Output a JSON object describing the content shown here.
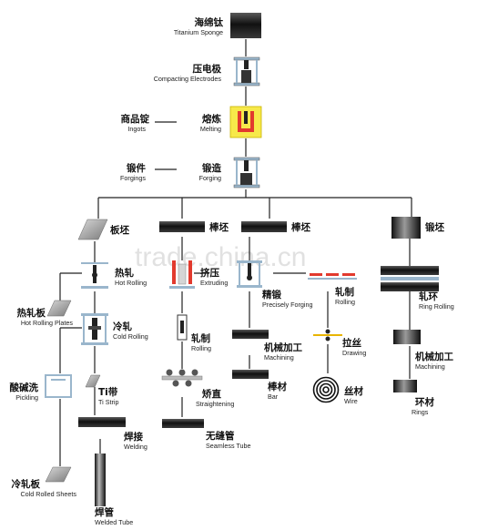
{
  "colors": {
    "ink": "#1a1a1a",
    "accent_yellow": "#f7e94a",
    "accent_red": "#e23a2e",
    "tube_grey": "#8c8c8c",
    "frame_blue": "#9ab6cc"
  },
  "watermark": "trade.china.cn",
  "nodes": {
    "titanium_sponge": {
      "cn": "海绵钛",
      "en": "Titanium Sponge",
      "icon": "cylinder-bar-icon"
    },
    "compacting": {
      "cn": "压电极",
      "en": "Compacting Electrodes",
      "icon": "press-frame-icon"
    },
    "melting": {
      "cn": "熔炼",
      "en": "Melting",
      "icon": "furnace-icon"
    },
    "ingots": {
      "cn": "商品锭",
      "en": "Ingots"
    },
    "forging": {
      "cn": "锻造",
      "en": "Forging",
      "icon": "press-frame-icon"
    },
    "forgings": {
      "cn": "锻件",
      "en": "Forgings"
    },
    "slab": {
      "cn": "板坯",
      "icon": "plate-icon"
    },
    "billet1": {
      "cn": "棒坯",
      "icon": "bar-icon"
    },
    "billet2": {
      "cn": "棒坯",
      "icon": "bar-icon"
    },
    "forged_blank": {
      "cn": "锻坯",
      "icon": "block-icon"
    },
    "hot_rolling": {
      "cn": "热轧",
      "en": "Hot Rolling"
    },
    "extruding": {
      "cn": "挤压",
      "en": "Extruding"
    },
    "precise_forging": {
      "cn": "精锻",
      "en": "Precisely Forging"
    },
    "rolling_a": {
      "cn": "轧制",
      "en": "Rolling"
    },
    "ring_rolling": {
      "cn": "轧环",
      "en": "Ring Rolling"
    },
    "hot_rolling_plates": {
      "cn": "热轧板",
      "en": "Hot Rolling Plates"
    },
    "cold_rolling": {
      "cn": "冷轧",
      "en": "Cold Rolling"
    },
    "rolling_b": {
      "cn": "轧制",
      "en": "Rolling"
    },
    "machining_a": {
      "cn": "机械加工",
      "en": "Machining"
    },
    "drawing": {
      "cn": "拉丝",
      "en": "Drawing"
    },
    "machining_b": {
      "cn": "机械加工",
      "en": "Machining"
    },
    "pickling": {
      "cn": "酸碱洗",
      "en": "Pickling"
    },
    "ti_strip": {
      "cn": "Ti带",
      "en": "Ti Strip"
    },
    "straightening": {
      "cn": "矫直",
      "en": "Straightening"
    },
    "bar": {
      "cn": "棒材",
      "en": "Bar"
    },
    "wire": {
      "cn": "丝材",
      "en": "Wire",
      "icon": "coil-icon"
    },
    "rings": {
      "cn": "环材",
      "en": "Rings"
    },
    "welding": {
      "cn": "焊接",
      "en": "Welding"
    },
    "seamless_tube": {
      "cn": "无缝管",
      "en": "Seamless Tube"
    },
    "cold_rolled_sheets": {
      "cn": "冷轧板",
      "en": "Cold Rolled Sheets"
    },
    "welded_tube": {
      "cn": "焊管",
      "en": "Welded Tube"
    }
  }
}
